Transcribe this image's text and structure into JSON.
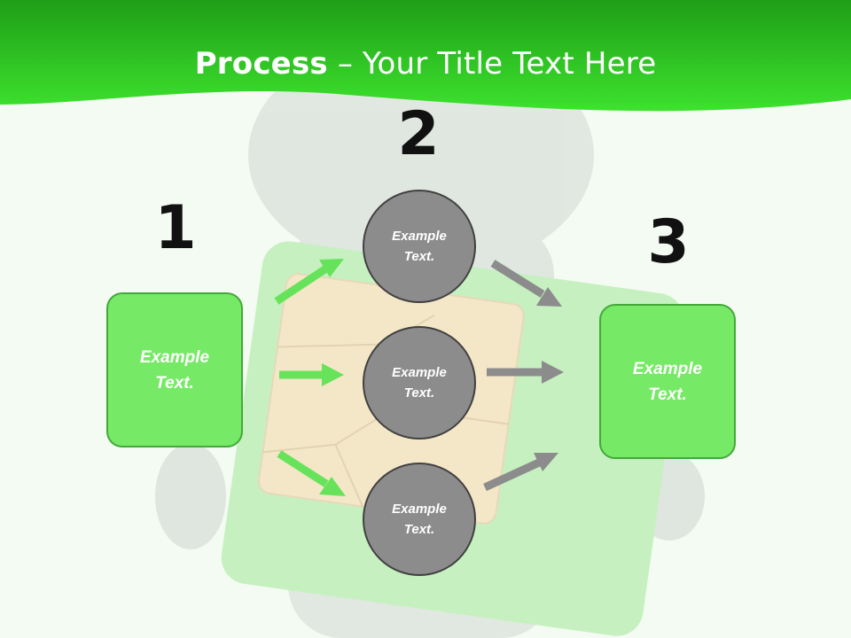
{
  "title": {
    "bold": "Process",
    "rest": " – Your Title Text Here"
  },
  "steps": [
    {
      "number": "1",
      "text_line1": "Example",
      "text_line2": "Text."
    },
    {
      "number": "2"
    },
    {
      "number": "3",
      "text_line1": "Example",
      "text_line2": "Text."
    }
  ],
  "circles": [
    {
      "text_line1": "Example",
      "text_line2": "Text."
    },
    {
      "text_line1": "Example",
      "text_line2": "Text."
    },
    {
      "text_line1": "Example",
      "text_line2": "Text."
    }
  ],
  "colors": {
    "banner_green": "#33d62a",
    "box_green": "#76e966",
    "arrow_green": "#66e35a",
    "arrow_gray": "#8c8c8c",
    "circle_gray": "#8c8c8c"
  }
}
